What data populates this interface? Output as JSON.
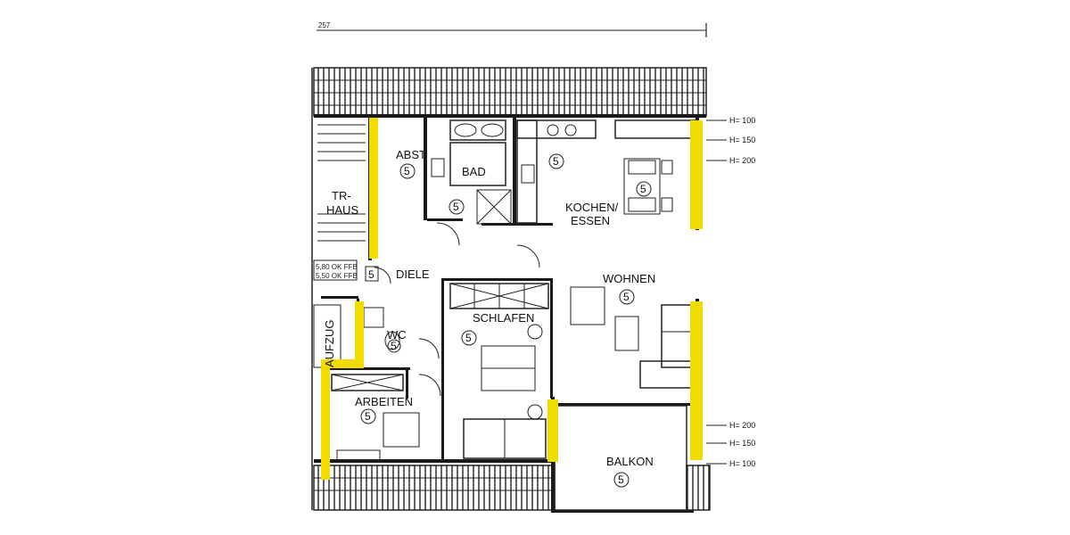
{
  "header": {
    "dimension_text": "257"
  },
  "rooms": {
    "abst": "ABST",
    "bad": "BAD",
    "kochen_line1": "KOCHEN/",
    "kochen_line2": "ESSEN",
    "trhaus_line1": "TR-",
    "trhaus_line2": "HAUS",
    "diele": "DIELE",
    "wohnen": "WOHNEN",
    "schlafen": "SCHLAFEN",
    "wc": "WC",
    "aufzug": "AUFZUG",
    "arbeiten": "ARBEITEN",
    "balkon": "BALKON"
  },
  "room_number": "5",
  "heights_top": [
    "H= 100",
    "H= 150",
    "H= 200"
  ],
  "heights_bottom": [
    "H= 200",
    "H= 150",
    "H= 100"
  ],
  "level_notes": [
    "5,80 OK FFB",
    "5,50 OK FFB"
  ],
  "colors": {
    "highlight": "#f0dc00",
    "ink": "#1a1a1a"
  }
}
